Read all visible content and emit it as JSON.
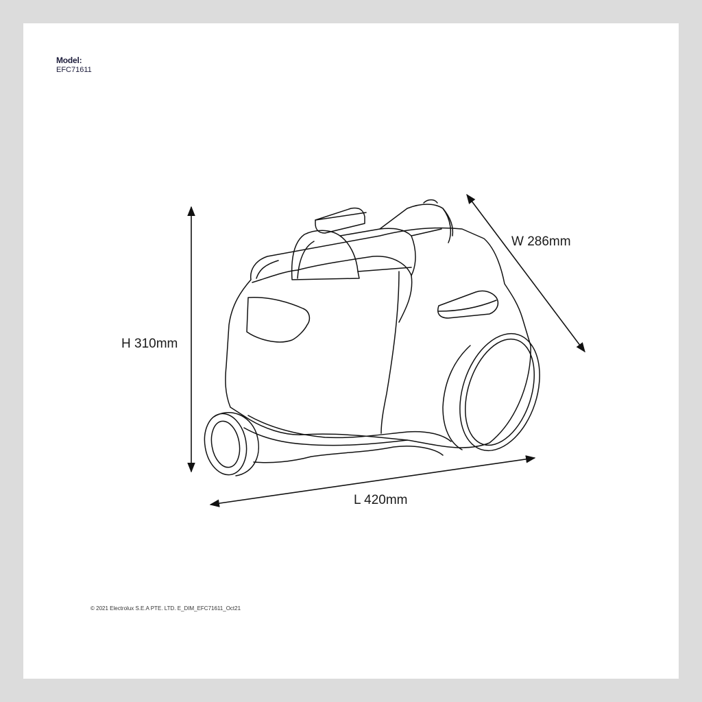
{
  "header": {
    "model_label": "Model:",
    "model_code": "EFC71611"
  },
  "dimensions": {
    "height": "H 310mm",
    "width": "W 286mm",
    "length": "L 420mm"
  },
  "footer": {
    "copyright": "© 2021 Electrolux S.E.A PTE. LTD. E_DIM_EFC71611_Oct21"
  },
  "illustration": {
    "subject": "vacuum-cleaner-icon"
  }
}
